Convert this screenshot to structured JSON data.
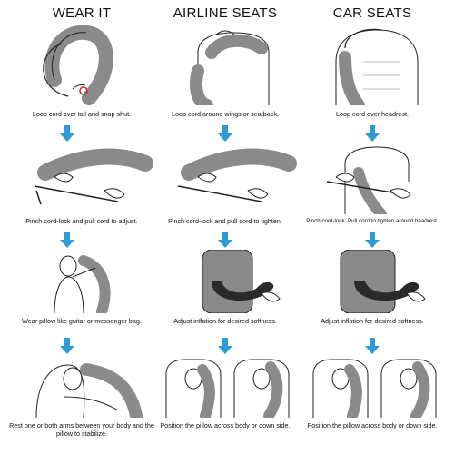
{
  "columns": [
    {
      "title": "WEAR IT",
      "steps": [
        "Loop cord over tail and snap shut.",
        "Pinch cord-lock and pull cord to adjust.",
        "Wear pillow like guitar or messenger bag.",
        "Rest one or both arms between your body and the pillow to stabilize."
      ]
    },
    {
      "title": "AIRLINE SEATS",
      "steps": [
        "Loop cord around wings or seatback.",
        "Pinch cord-lock and pull cord to tighten.",
        "Adjust inflation for desired softness.",
        "Position the pillow across body or down side."
      ]
    },
    {
      "title": "CAR SEATS",
      "steps": [
        "Loop cord over headrest.",
        "Pinch cord-lock. Pull cord to tighten around headrest.",
        "Adjust inflation for desired softness.",
        "Position the pillow across body or down side."
      ]
    }
  ],
  "colors": {
    "arrow": "#2e9ad6",
    "pillow": "#8a8a8a",
    "pillow_dark": "#2a2a2a",
    "line": "#222222"
  }
}
